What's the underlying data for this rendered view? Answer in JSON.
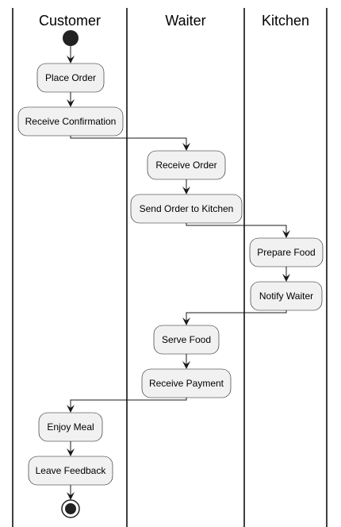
{
  "lanes": [
    {
      "id": "customer",
      "title": "Customer"
    },
    {
      "id": "waiter",
      "title": "Waiter"
    },
    {
      "id": "kitchen",
      "title": "Kitchen"
    }
  ],
  "nodes": [
    {
      "id": "start",
      "kind": "start",
      "lane": "customer"
    },
    {
      "id": "place-order",
      "kind": "action",
      "lane": "customer",
      "label": "Place Order"
    },
    {
      "id": "receive-confirmation",
      "kind": "action",
      "lane": "customer",
      "label": "Receive Confirmation"
    },
    {
      "id": "receive-order",
      "kind": "action",
      "lane": "waiter",
      "label": "Receive Order"
    },
    {
      "id": "send-order-to-kitchen",
      "kind": "action",
      "lane": "waiter",
      "label": "Send Order to Kitchen"
    },
    {
      "id": "prepare-food",
      "kind": "action",
      "lane": "kitchen",
      "label": "Prepare Food"
    },
    {
      "id": "notify-waiter",
      "kind": "action",
      "lane": "kitchen",
      "label": "Notify Waiter"
    },
    {
      "id": "serve-food",
      "kind": "action",
      "lane": "waiter",
      "label": "Serve Food"
    },
    {
      "id": "receive-payment",
      "kind": "action",
      "lane": "waiter",
      "label": "Receive Payment"
    },
    {
      "id": "enjoy-meal",
      "kind": "action",
      "lane": "customer",
      "label": "Enjoy Meal"
    },
    {
      "id": "leave-feedback",
      "kind": "action",
      "lane": "customer",
      "label": "Leave Feedback"
    },
    {
      "id": "end",
      "kind": "end",
      "lane": "customer"
    }
  ],
  "edges": [
    {
      "from": "start",
      "to": "place-order"
    },
    {
      "from": "place-order",
      "to": "receive-confirmation"
    },
    {
      "from": "receive-confirmation",
      "to": "receive-order"
    },
    {
      "from": "receive-order",
      "to": "send-order-to-kitchen"
    },
    {
      "from": "send-order-to-kitchen",
      "to": "prepare-food"
    },
    {
      "from": "prepare-food",
      "to": "notify-waiter"
    },
    {
      "from": "notify-waiter",
      "to": "serve-food"
    },
    {
      "from": "serve-food",
      "to": "receive-payment"
    },
    {
      "from": "receive-payment",
      "to": "enjoy-meal"
    },
    {
      "from": "enjoy-meal",
      "to": "leave-feedback"
    },
    {
      "from": "leave-feedback",
      "to": "end"
    }
  ],
  "colors": {
    "node_fill": "#F1F1F1",
    "node_border": "#181818",
    "start_fill": "#222222",
    "lane_line": "#000000"
  }
}
